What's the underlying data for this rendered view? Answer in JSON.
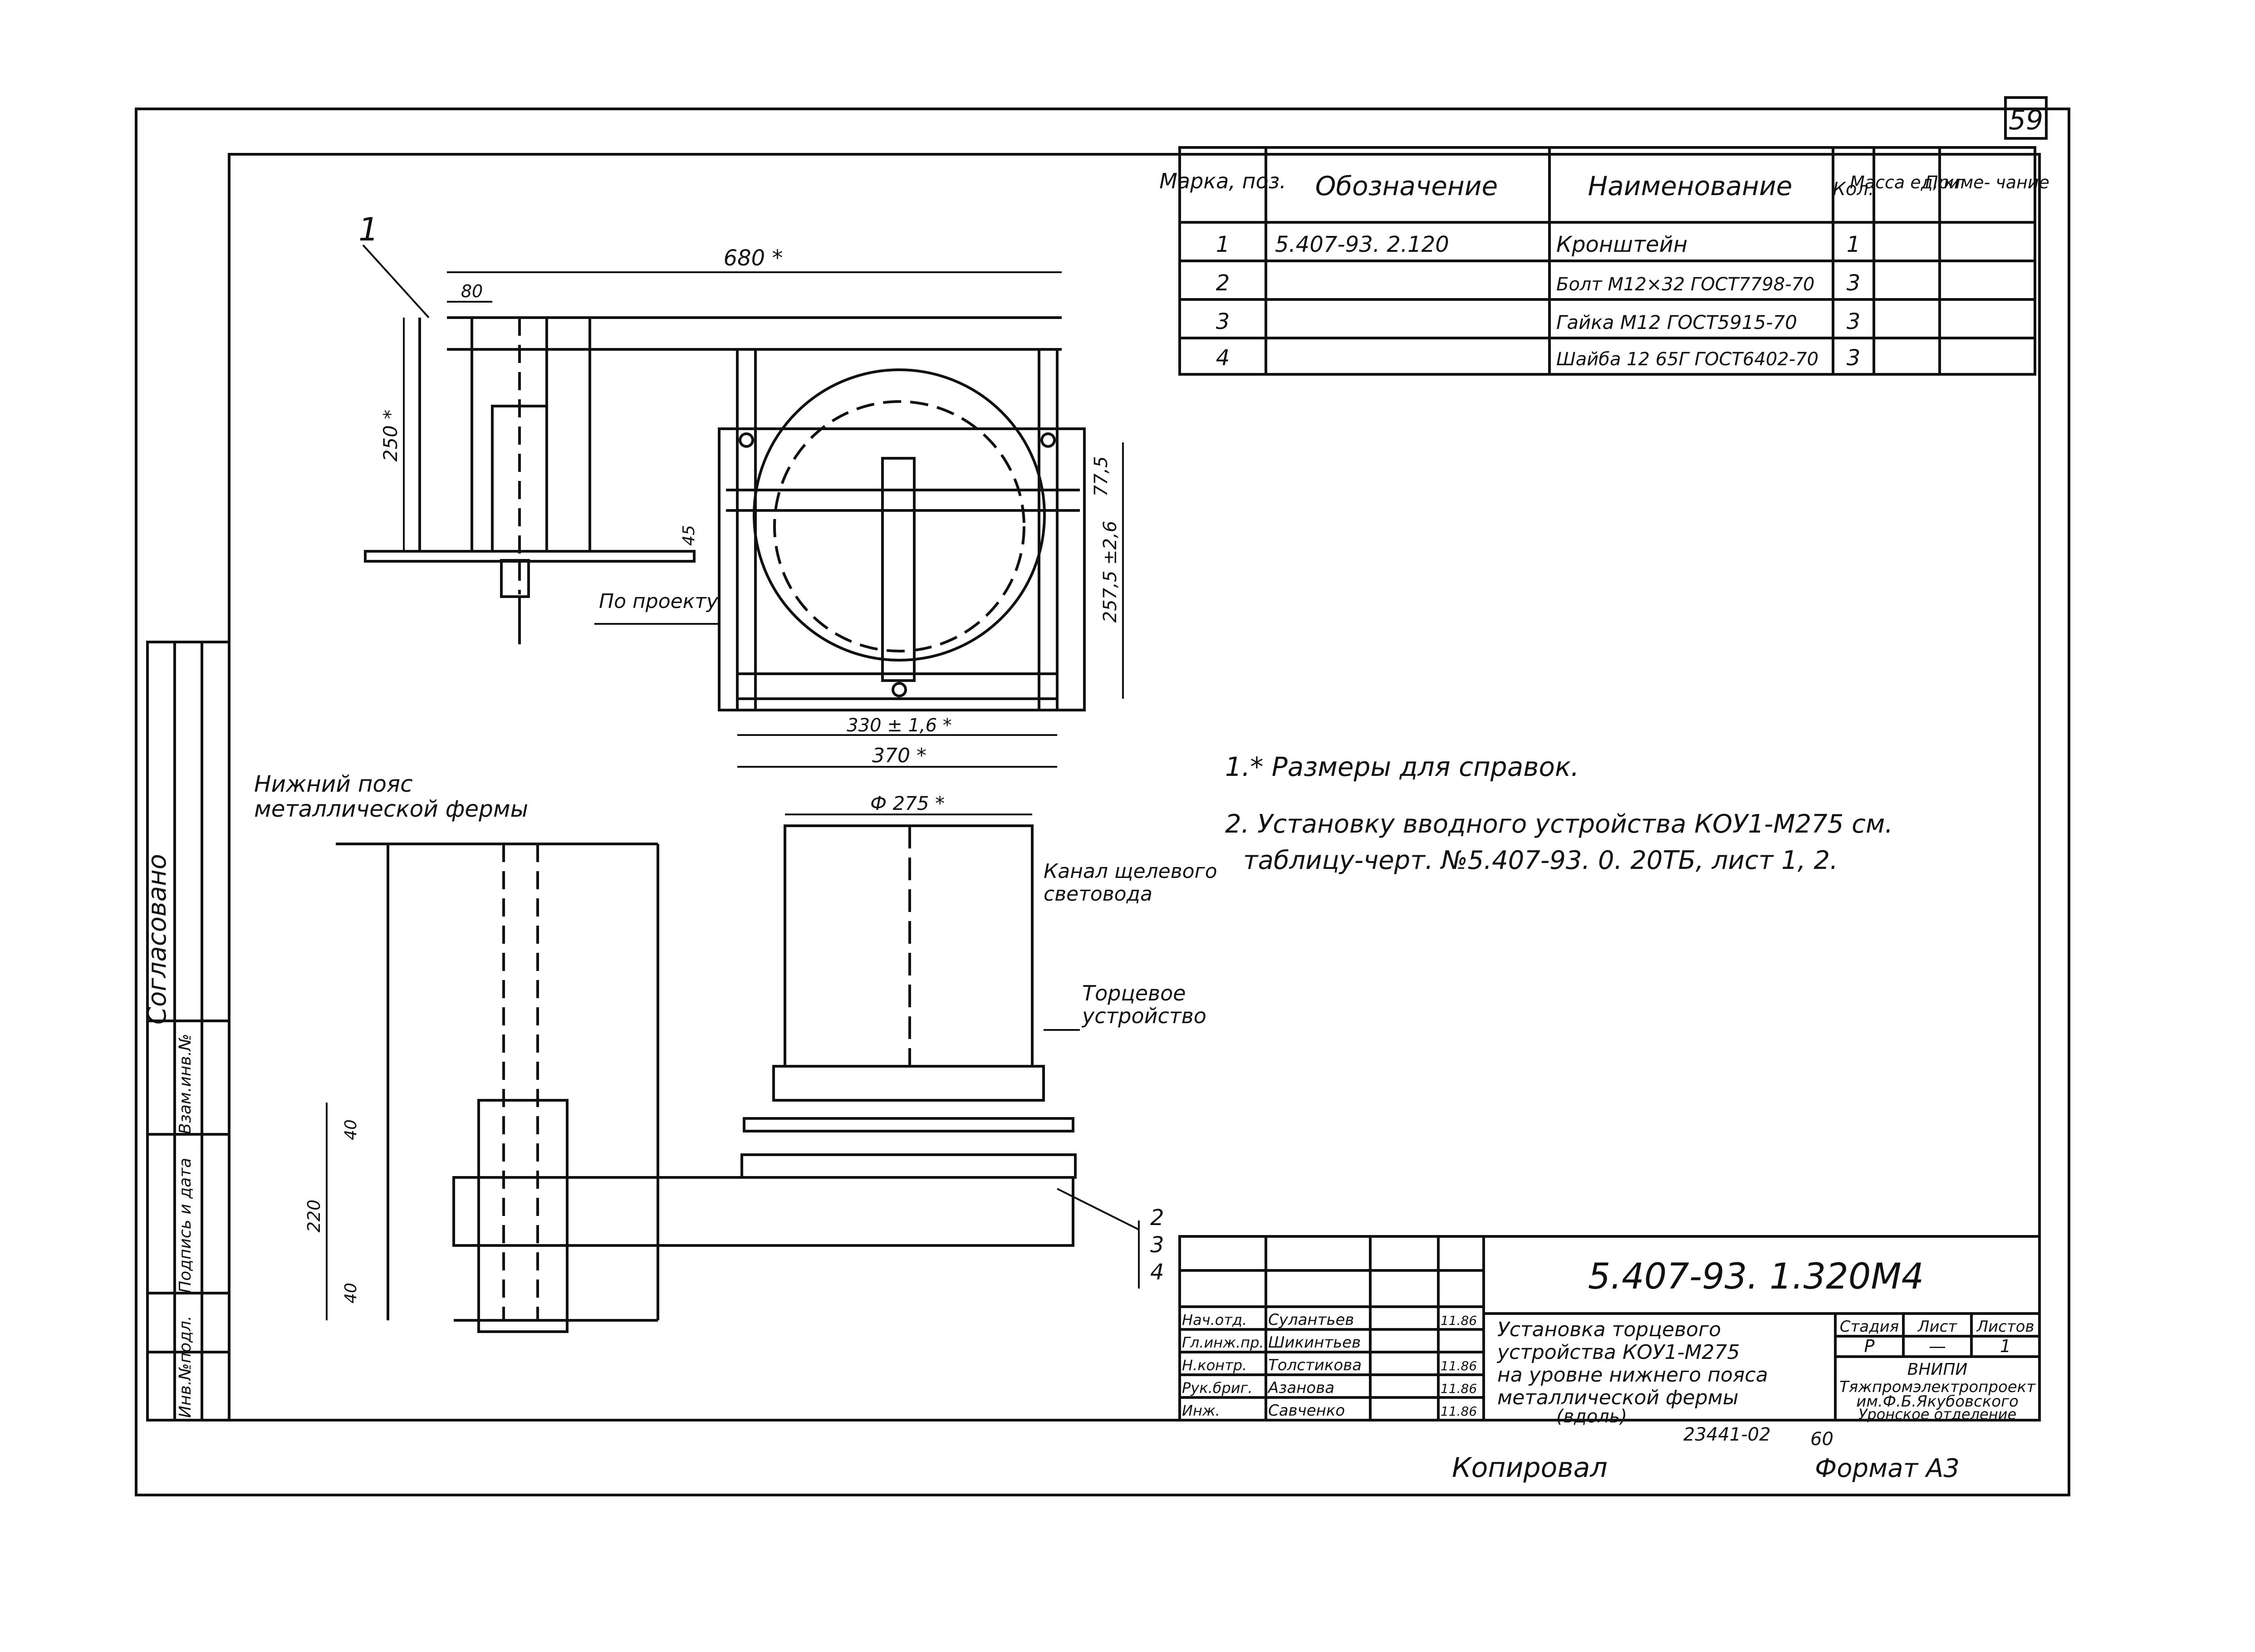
{
  "sheet_number": "59",
  "side_label": "Согласовано",
  "side_stamp": [
    "Инв.№подл.",
    "Подпись и дата",
    "Взам.инв.№"
  ],
  "spec_table": {
    "headers": [
      "Марка, поз.",
      "Обозначение",
      "Наименование",
      "Кол.",
      "Масса ед, кг",
      "Приме- чание"
    ],
    "rows": [
      {
        "pos": "1",
        "designation": "5.407-93. 2.120",
        "name": "Кронштейн",
        "qty": "1"
      },
      {
        "pos": "2",
        "designation": "",
        "name": "Болт М12×32 ГОСТ7798-70",
        "qty": "3"
      },
      {
        "pos": "3",
        "designation": "",
        "name": "Гайка М12 ГОСТ5915-70",
        "qty": "3"
      },
      {
        "pos": "4",
        "designation": "",
        "name": "Шайба 12 65Г ГОСТ6402-70",
        "qty": "3"
      }
    ]
  },
  "notes": [
    "1.* Размеры для справок.",
    "2. Установку вводного устройства КОУ1-М275 см.",
    "таблицу-черт. №5.407-93. 0. 20ТБ, лист 1, 2."
  ],
  "labels": {
    "pos1": "1",
    "dim680": "680 *",
    "dim80": "80",
    "dim250": "250 *",
    "dim45": "45",
    "po_proektu": "По проекту",
    "dim77": "77,5",
    "dim257": "257,5 ±2,6",
    "dim330": "330 ± 1,6 *",
    "dim370": "370 *",
    "phi275": "Ф 275 *",
    "lower_belt_1": "Нижний пояс",
    "lower_belt_2": "металлической фермы",
    "channel_1": "Канал щелевого",
    "channel_2": "световода",
    "end_dev_1": "Торцевое",
    "end_dev_2": "устройство",
    "dim40a": "40",
    "dim220": "220",
    "dim40b": "40",
    "call2": "2",
    "call3": "3",
    "call4": "4"
  },
  "title_block": {
    "code": "5.407-93. 1.320М4",
    "title": [
      "Установка торцевого",
      "устройства КОУ1-М275",
      "на уровне нижнего пояса",
      "металлической фермы",
      "(вдоль)"
    ],
    "stage_header": "Стадия",
    "sheet_header": "Лист",
    "sheets_header": "Листов",
    "stage": "Р",
    "sheet": "—",
    "sheets": "1",
    "org": [
      "ВНИПИ",
      "Тяжпромэлектропроект",
      "им.Ф.Б.Якубовского",
      "Уронское отделение"
    ],
    "staff": [
      {
        "role": "Нач.отд.",
        "name": "Сулантьев",
        "date": "11.86"
      },
      {
        "role": "Гл.инж.пр.",
        "name": "Шикинтьев",
        "date": ""
      },
      {
        "role": "Н.контр.",
        "name": "Толстикова",
        "date": "11.86"
      },
      {
        "role": "Рук.бриг.",
        "name": "Азанова",
        "date": "11.86"
      },
      {
        "role": "Инж.",
        "name": "Савченко",
        "date": "11.86"
      }
    ]
  },
  "bottom": {
    "copied": "Копировал",
    "number": "23441-02",
    "number2": "60",
    "format": "Формат А3"
  }
}
